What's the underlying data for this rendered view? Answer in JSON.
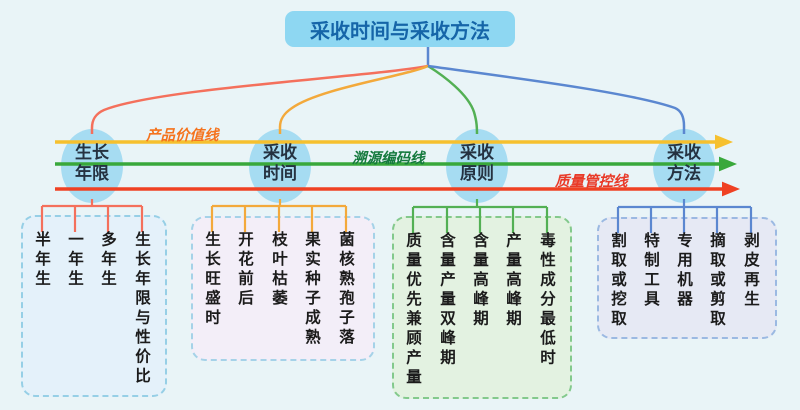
{
  "background_color": "#e9f4f7",
  "title": {
    "text": "采收时间与采收方法",
    "bg_color": "#8ed7f2",
    "text_color": "#1565a8"
  },
  "flow_lines": [
    {
      "label": "产品价值线",
      "color": "#f6c02e",
      "label_color": "#f5731e"
    },
    {
      "label": "溯源编码线",
      "color": "#39a83b",
      "label_color": "#157a3e"
    },
    {
      "label": "质量管控线",
      "color": "#ef4123",
      "label_color": "#e93a28"
    }
  ],
  "branches": [
    {
      "node": "生长年限",
      "color": "#f4705c",
      "items": [
        "半年生",
        "一年生",
        "多年生",
        "生长年限与性价比"
      ]
    },
    {
      "node": "采收时间",
      "color": "#f3a93b",
      "items": [
        "生长旺盛时",
        "开花前后",
        "枝叶枯萎",
        "果实种子成熟",
        "菌核熟孢子落"
      ]
    },
    {
      "node": "采收原则",
      "color": "#53b054",
      "items": [
        "质量优先兼顾产量",
        "含量产量双峰期",
        "含量高峰期",
        "产量高峰期",
        "毒性成分最低时"
      ]
    },
    {
      "node": "采收方法",
      "color": "#5b87d0",
      "items": [
        "割取或挖取",
        "特制工具",
        "专用机器",
        "摘取或剪取",
        "剥皮再生"
      ]
    }
  ]
}
